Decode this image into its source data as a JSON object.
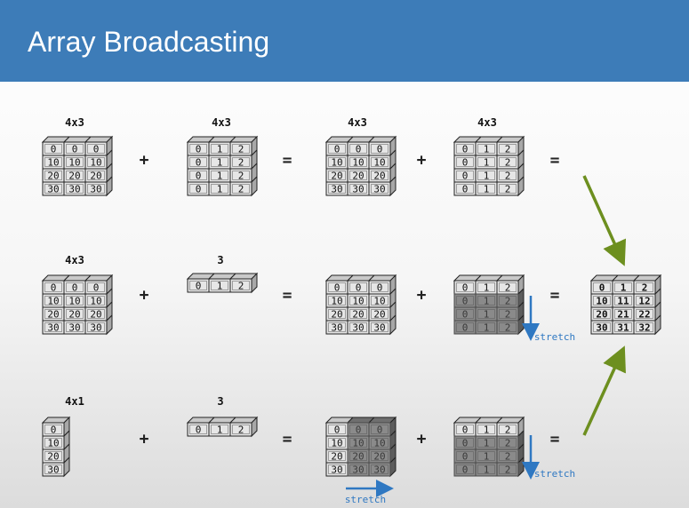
{
  "title": "Array Broadcasting",
  "colors": {
    "header": "#3d7cb8",
    "cell_face": "#e6e6e6",
    "cell_dark": "#8a8a8a",
    "arrow_green": "#6d8f1f",
    "arrow_blue": "#2f78c2",
    "stretch_text": "#2f78c2"
  },
  "operators": {
    "plus": "+",
    "equals": "="
  },
  "stretch_label": "stretch",
  "rows": [
    {
      "operand_a": {
        "label": "4x3",
        "cells": [
          [
            "0",
            "0",
            "0"
          ],
          [
            "10",
            "10",
            "10"
          ],
          [
            "20",
            "20",
            "20"
          ],
          [
            "30",
            "30",
            "30"
          ]
        ]
      },
      "operand_b": {
        "label": "4x3",
        "cells": [
          [
            "0",
            "1",
            "2"
          ],
          [
            "0",
            "1",
            "2"
          ],
          [
            "0",
            "1",
            "2"
          ],
          [
            "0",
            "1",
            "2"
          ]
        ]
      },
      "expanded_a": {
        "label": "4x3",
        "cells": [
          [
            "0",
            "0",
            "0"
          ],
          [
            "10",
            "10",
            "10"
          ],
          [
            "20",
            "20",
            "20"
          ],
          [
            "30",
            "30",
            "30"
          ]
        ]
      },
      "expanded_b": {
        "label": "4x3",
        "cells": [
          [
            "0",
            "1",
            "2"
          ],
          [
            "0",
            "1",
            "2"
          ],
          [
            "0",
            "1",
            "2"
          ],
          [
            "0",
            "1",
            "2"
          ]
        ]
      }
    },
    {
      "operand_a": {
        "label": "4x3",
        "cells": [
          [
            "0",
            "0",
            "0"
          ],
          [
            "10",
            "10",
            "10"
          ],
          [
            "20",
            "20",
            "20"
          ],
          [
            "30",
            "30",
            "30"
          ]
        ]
      },
      "operand_b": {
        "label": "3",
        "cells": [
          [
            "0",
            "1",
            "2"
          ]
        ]
      },
      "expanded_a": {
        "label": "",
        "cells": [
          [
            "0",
            "0",
            "0"
          ],
          [
            "10",
            "10",
            "10"
          ],
          [
            "20",
            "20",
            "20"
          ],
          [
            "30",
            "30",
            "30"
          ]
        ]
      },
      "expanded_b": {
        "label": "",
        "cells": [
          [
            "0",
            "1",
            "2"
          ],
          [
            "0",
            "1",
            "2"
          ],
          [
            "0",
            "1",
            "2"
          ],
          [
            "0",
            "1",
            "2"
          ]
        ]
      }
    },
    {
      "operand_a": {
        "label": "4x1",
        "cells": [
          [
            "0"
          ],
          [
            "10"
          ],
          [
            "20"
          ],
          [
            "30"
          ]
        ]
      },
      "operand_b": {
        "label": "3",
        "cells": [
          [
            "0",
            "1",
            "2"
          ]
        ]
      },
      "expanded_a": {
        "label": "",
        "cells": [
          [
            "0",
            "0",
            "0"
          ],
          [
            "10",
            "10",
            "10"
          ],
          [
            "20",
            "20",
            "20"
          ],
          [
            "30",
            "30",
            "30"
          ]
        ]
      },
      "expanded_b": {
        "label": "",
        "cells": [
          [
            "0",
            "1",
            "2"
          ],
          [
            "0",
            "1",
            "2"
          ],
          [
            "0",
            "1",
            "2"
          ],
          [
            "0",
            "1",
            "2"
          ]
        ]
      }
    }
  ],
  "result": {
    "cells": [
      [
        "0",
        "1",
        "2"
      ],
      [
        "10",
        "11",
        "12"
      ],
      [
        "20",
        "21",
        "22"
      ],
      [
        "30",
        "31",
        "32"
      ]
    ]
  }
}
